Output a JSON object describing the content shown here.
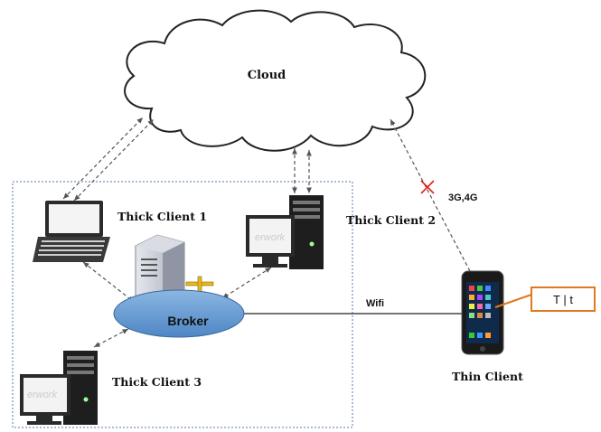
{
  "cloud": {
    "label": "Cloud"
  },
  "clients": {
    "thick1": "Thick Client 1",
    "thick2": "Thick Client 2",
    "thick3": "Thick Client 3",
    "thin": "Thin Client"
  },
  "broker": {
    "label": "Broker"
  },
  "links": {
    "wifi": "Wifi",
    "mobile": "3G,4G"
  },
  "callout": {
    "text": "T | t"
  },
  "watermark": "erwork",
  "colors": {
    "broker_fill": "#6fa3d8",
    "callout_border": "#e07a1f",
    "cross": "#e02020",
    "dashed_line": "#555555"
  }
}
